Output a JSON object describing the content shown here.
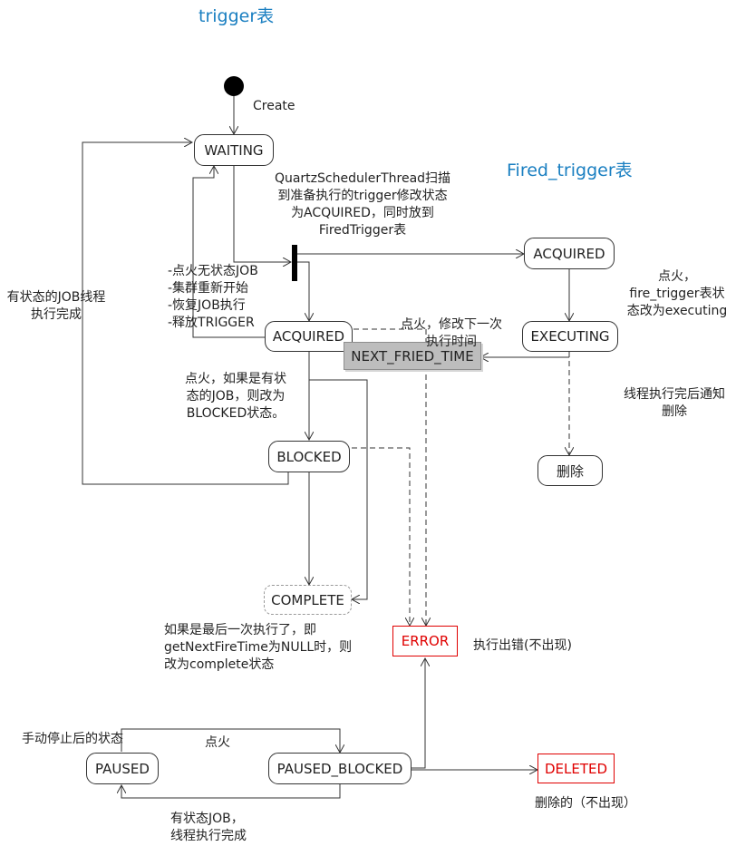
{
  "titles": {
    "trigger_table": "trigger表",
    "fired_trigger_table": "Fired_trigger表"
  },
  "states": {
    "waiting": "WAITING",
    "acquired": "ACQUIRED",
    "blocked": "BLOCKED",
    "complete": "COMPLETE",
    "error": "ERROR",
    "paused": "PAUSED",
    "paused_blocked": "PAUSED_BLOCKED",
    "deleted": "DELETED",
    "fired_acquired": "ACQUIRED",
    "executing": "EXECUTING",
    "delete_cn": "删除",
    "next_fried_time": "NEXT_FRIED_TIME"
  },
  "labels": {
    "create": "Create",
    "scheduler_thread": [
      "QuartzSchedulerThread扫描",
      "到准备执行的trigger修改状态",
      "为ACQUIRED，同时放到",
      "FiredTrigger表"
    ],
    "return_to_waiting": [
      "-点火无状态JOB",
      "-集群重新开始",
      "-恢复JOB执行",
      "-释放TRIGGER"
    ],
    "stateful_job_done": [
      "有状态的JOB线程",
      "执行完成"
    ],
    "fire_blocked": [
      "点火，如果是有状",
      "态的JOB，则改为",
      "BLOCKED状态。"
    ],
    "fire_next_time": [
      "点火，修改下一次",
      "执行时间"
    ],
    "fire_executing": [
      "点火，",
      "fire_trigger表状",
      "态改为executing"
    ],
    "thread_done_delete": [
      "线程执行完后通知",
      "删除"
    ],
    "last_execution": [
      "如果是最后一次执行了，即",
      "getNextFireTime为NULL时，则",
      "改为complete状态"
    ],
    "execution_error": "执行出错(不出现)",
    "manual_pause": "手动停止后的状态",
    "fire": "点火",
    "stateful_job_paused": [
      "有状态JOB，",
      "线程执行完成"
    ],
    "deleted_note": "删除的（不出现）"
  }
}
